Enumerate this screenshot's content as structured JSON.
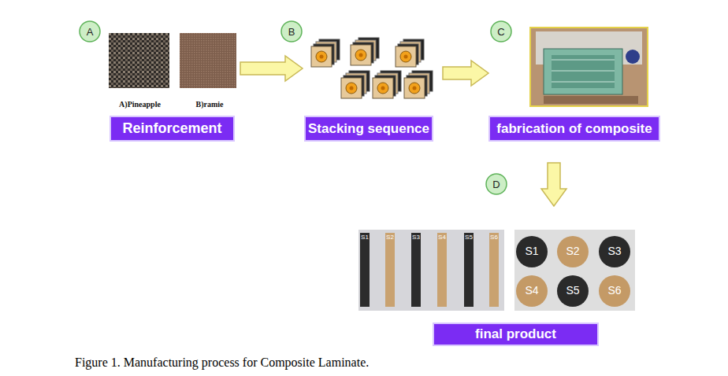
{
  "diagram": {
    "caption": "Figure 1. Manufacturing process for Composite Laminate.",
    "nodes": [
      {
        "text": [
          "A"
        ]
      },
      {
        "text": [
          "Reinforcement"
        ]
      },
      {
        "text": [
          "B"
        ]
      },
      {
        "text": [
          "Stacking sequence"
        ]
      },
      {
        "text": [
          "C"
        ]
      },
      {
        "text": [
          "fabrication of composite"
        ]
      },
      {
        "text": [
          "D"
        ]
      },
      {
        "text": [
          "final product"
        ]
      }
    ],
    "edges": [
      {
        "from": 1,
        "to": 3,
        "arrow": "to"
      },
      {
        "from": 3,
        "to": 5,
        "arrow": "to"
      },
      {
        "from": 5,
        "to": 7,
        "arrow": "to"
      }
    ],
    "labels": [
      "A)Pineapple",
      "B)ramie",
      "S1",
      "S2",
      "S3",
      "S4",
      "S5",
      "S6",
      "S1",
      "S2",
      "S3",
      "S4",
      "S5",
      "S6"
    ]
  }
}
